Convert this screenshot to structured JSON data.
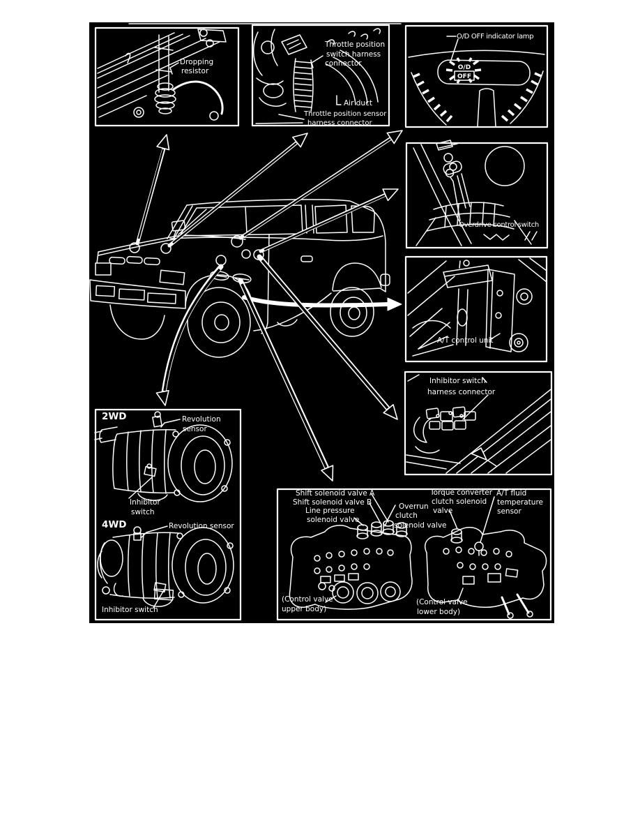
{
  "page": {
    "background_color": "#ffffff"
  },
  "figure": {
    "background_color": "#000000",
    "line_color": "#ffffff"
  },
  "panels": {
    "dropping_resistor": {
      "lines": [
        "Dropping",
        "resistor"
      ]
    },
    "throttle_position": {
      "switch_lines": [
        "Throttle position",
        "switch harness",
        "connector"
      ],
      "air_duct": "Air duct",
      "sensor_lines": [
        "Throttle position sensor",
        "harness connector"
      ]
    },
    "od_off_indicator": {
      "label": "O/D OFF indicator lamp",
      "lamp_line1": "O/D",
      "lamp_line2": "OFF"
    },
    "overdrive_control_switch": {
      "label": "Overdrive control switch"
    },
    "at_control_unit": {
      "label": "A/T control unit"
    },
    "inhibitor_switch_connector": {
      "lines": [
        "Inhibitor switch",
        "harness connector"
      ]
    },
    "transmissions": {
      "heading_2wd": "2WD",
      "rev_sensor_2wd_lines": [
        "Revolution",
        "sensor"
      ],
      "inhibitor_2wd_lines": [
        "Inhibitor",
        "switch"
      ],
      "heading_4wd": "4WD",
      "rev_sensor_4wd": "Revolution sensor",
      "inhibitor_4wd": "Inhibitor switch"
    },
    "control_valve": {
      "shift_a": "Shift solenoid valve A",
      "shift_b": "Shift solenoid valve B",
      "line_pressure_lines": [
        "Line pressure",
        "solenoid valve"
      ],
      "overrun_lines": [
        "Overrun",
        "clutch",
        "solenoid valve"
      ],
      "torque_lines": [
        "Torque converter",
        "clutch solenoid",
        "valve"
      ],
      "fluid_temp_lines": [
        "A/T fluid",
        "temperature",
        "sensor"
      ],
      "upper_body_lines": [
        "(Control valve",
        "upper body)"
      ],
      "lower_body_lines": [
        "(Control valve",
        "lower body)"
      ]
    }
  }
}
